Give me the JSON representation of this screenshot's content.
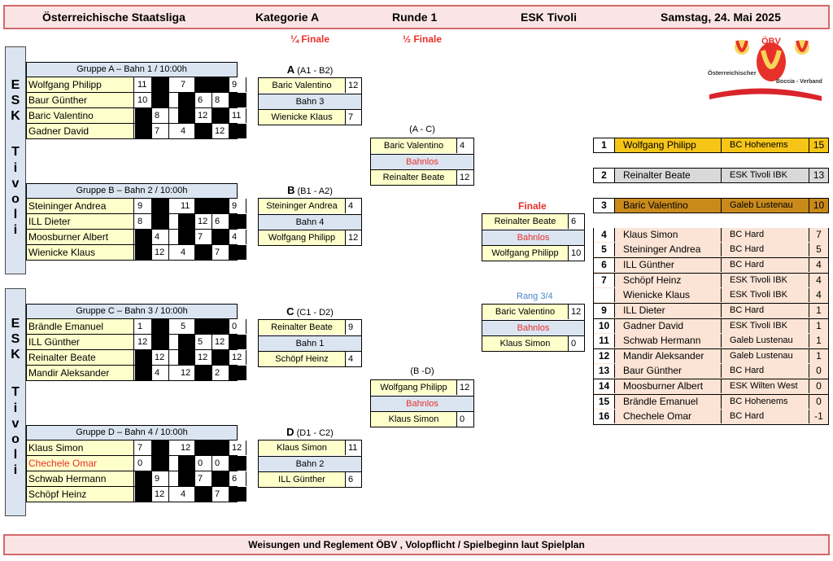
{
  "header": {
    "league": "Österreichische Staatsliga",
    "category": "Kategorie A",
    "round": "Runde 1",
    "venue": "ESK Tivoli",
    "date": "Samstag, 24. Mai 2025"
  },
  "round_labels": {
    "quarter": "¼ Finale",
    "semi": "½ Finale",
    "final": "Finale",
    "rank34": "Rang 3/4"
  },
  "sidebar_letters": [
    "E",
    "S",
    "K",
    "T",
    "i",
    "v",
    "o",
    "l",
    "i"
  ],
  "groups": [
    {
      "title": "Gruppe A – Bahn 1 / 10:00h",
      "rows": [
        {
          "name": "Wolfgang Philipp",
          "scores": [
            "11",
            "",
            "7",
            "",
            "",
            "9"
          ]
        },
        {
          "name": "Baur Günther",
          "scores": [
            "10",
            "",
            "",
            "6",
            "8",
            ""
          ]
        },
        {
          "name": "Baric Valentino",
          "scores": [
            "",
            "8",
            "",
            "12",
            "",
            "11"
          ]
        },
        {
          "name": "Gadner David",
          "scores": [
            "",
            "7",
            "4",
            "",
            "12",
            ""
          ]
        }
      ]
    },
    {
      "title": "Gruppe B – Bahn 2 / 10:00h",
      "rows": [
        {
          "name": "Steininger Andrea",
          "scores": [
            "9",
            "",
            "11",
            "",
            "",
            "9"
          ]
        },
        {
          "name": "ILL Dieter",
          "scores": [
            "8",
            "",
            "",
            "12",
            "6",
            ""
          ]
        },
        {
          "name": "Moosburner Albert",
          "scores": [
            "",
            "4",
            "",
            "7",
            "",
            "4"
          ]
        },
        {
          "name": "Wienicke Klaus",
          "scores": [
            "",
            "12",
            "4",
            "",
            "7",
            ""
          ]
        }
      ]
    },
    {
      "title": "Gruppe C – Bahn 3 / 10:00h",
      "rows": [
        {
          "name": "Brändle Emanuel",
          "scores": [
            "1",
            "",
            "5",
            "",
            "",
            "0"
          ]
        },
        {
          "name": "ILL Günther",
          "scores": [
            "12",
            "",
            "",
            "5",
            "12",
            ""
          ]
        },
        {
          "name": "Reinalter Beate",
          "scores": [
            "",
            "12",
            "",
            "12",
            "",
            "12"
          ]
        },
        {
          "name": "Mandir Aleksander",
          "scores": [
            "",
            "4",
            "12",
            "",
            "2",
            ""
          ]
        }
      ]
    },
    {
      "title": "Gruppe D – Bahn 4 / 10:00h",
      "rows": [
        {
          "name": "Klaus Simon",
          "scores": [
            "7",
            "",
            "12",
            "",
            "",
            "12"
          ]
        },
        {
          "name": "Chechele Omar",
          "scores": [
            "0",
            "",
            "",
            "0",
            "0",
            ""
          ]
        },
        {
          "name": "Schwab Hermann",
          "scores": [
            "",
            "9",
            "",
            "7",
            "",
            "6"
          ]
        },
        {
          "name": "Schöpf Heinz",
          "scores": [
            "",
            "12",
            "4",
            "",
            "7",
            ""
          ]
        }
      ]
    }
  ],
  "quarterfinals": [
    {
      "letter": "A",
      "pair": "(A1 - B2)",
      "p1": "Baric Valentino",
      "s1": "12",
      "lane": "Bahn 3",
      "p2": "Wienicke Klaus",
      "s2": "7"
    },
    {
      "letter": "B",
      "pair": "(B1 - A2)",
      "p1": "Steininger Andrea",
      "s1": "4",
      "lane": "Bahn 4",
      "p2": "Wolfgang Philipp",
      "s2": "12"
    },
    {
      "letter": "C",
      "pair": "(C1 - D2)",
      "p1": "Reinalter Beate",
      "s1": "9",
      "lane": "Bahn 1",
      "p2": "Schöpf Heinz",
      "s2": "4"
    },
    {
      "letter": "D",
      "pair": "(D1 - C2)",
      "p1": "Klaus Simon",
      "s1": "11",
      "lane": "Bahn 2",
      "p2": "ILL Günther",
      "s2": "6"
    }
  ],
  "semifinals": [
    {
      "pair": "(A - C)",
      "p1": "Baric Valentino",
      "s1": "4",
      "lane": "Bahnlos",
      "p2": "Reinalter Beate",
      "s2": "12"
    },
    {
      "pair": "(B -D)",
      "p1": "Wolfgang Philipp",
      "s1": "12",
      "lane": "Bahnlos",
      "p2": "Klaus Simon",
      "s2": "0"
    }
  ],
  "final": {
    "p1": "Reinalter Beate",
    "s1": "6",
    "lane": "Bahnlos",
    "p2": "Wolfgang Philipp",
    "s2": "10"
  },
  "rank34": {
    "p1": "Baric Valentino",
    "s1": "12",
    "lane": "Bahnlos",
    "p2": "Klaus Simon",
    "s2": "0"
  },
  "colors": {
    "gold": "#f5c518",
    "silver": "#d9d9d9",
    "bronze": "#c98a1b",
    "pink": "#fbe4d5",
    "name_bg": "#ffffcc",
    "header_bg": "#dbe5f1",
    "accent_red": "#e8302a"
  },
  "ranking": [
    {
      "rank": "1",
      "name": "Wolfgang Philipp",
      "club": "BC Hohenems",
      "points": "15"
    },
    {
      "rank": "2",
      "name": "Reinalter Beate",
      "club": "ESK Tivoli IBK",
      "points": "13"
    },
    {
      "rank": "3",
      "name": "Baric Valentino",
      "club": "Galeb Lustenau",
      "points": "10"
    },
    {
      "rank": "4",
      "name": "Klaus Simon",
      "club": "BC Hard",
      "points": "7"
    },
    {
      "rank": "5",
      "name": "Steininger Andrea",
      "club": "BC Hard",
      "points": "5"
    },
    {
      "rank": "6",
      "name": "ILL Günther",
      "club": "BC Hard",
      "points": "4"
    },
    {
      "rank": "7",
      "name": "Schöpf Heinz",
      "club": "ESK Tivoli IBK",
      "points": "4"
    },
    {
      "rank": "",
      "name": "Wienicke Klaus",
      "club": "ESK Tivoli IBK",
      "points": "4"
    },
    {
      "rank": "9",
      "name": "ILL Dieter",
      "club": "BC Hard",
      "points": "1"
    },
    {
      "rank": "10",
      "name": "Gadner David",
      "club": "ESK Tivoli IBK",
      "points": "1"
    },
    {
      "rank": "11",
      "name": "Schwab Hermann",
      "club": "Galeb Lustenau",
      "points": "1"
    },
    {
      "rank": "12",
      "name": "Mandir Aleksander",
      "club": "Galeb Lustenau",
      "points": "1"
    },
    {
      "rank": "13",
      "name": "Baur Günther",
      "club": "BC Hard",
      "points": "0"
    },
    {
      "rank": "14",
      "name": "Moosburner Albert",
      "club": "ESK Wilten West",
      "points": "0"
    },
    {
      "rank": "15",
      "name": "Brändle Emanuel",
      "club": "BC Hohenems",
      "points": "0"
    },
    {
      "rank": "16",
      "name": "Chechele Omar",
      "club": "BC Hard",
      "points": "-1"
    }
  ],
  "logo": {
    "text1": "ÖBV",
    "text2": "Österreichischer",
    "text3": "Boccia - Verband"
  },
  "footer": "Weisungen und Reglement ÖBV , Volopflicht / Spielbeginn laut Spielplan"
}
